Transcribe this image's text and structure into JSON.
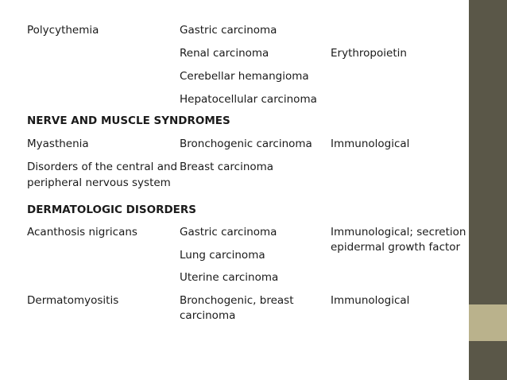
{
  "rows": [
    {
      "condition": "Polycythemia",
      "tumors": [
        "Gastric carcinoma"
      ],
      "mechanism": ""
    },
    {
      "condition": "",
      "tumors": [
        "Renal carcinoma"
      ],
      "mechanism": "Erythropoietin"
    },
    {
      "condition": "",
      "tumors": [
        "Cerebellar hemangioma"
      ],
      "mechanism": ""
    },
    {
      "condition": "",
      "tumors": [
        "Hepatocellular carcinoma"
      ],
      "mechanism": ""
    }
  ],
  "section_nerve": {
    "heading": "NERVE AND MUSCLE SYNDROMES",
    "myasthenia": {
      "condition": "Myasthenia",
      "tumor": "Bronchogenic carcinoma",
      "mechanism": "Immunological"
    },
    "disorders": {
      "condition_line1": "Disorders of the central and",
      "condition_line2": "peripheral nervous system",
      "tumor": "Breast carcinoma"
    }
  },
  "section_derm": {
    "heading": "DERMATOLOGIC DISORDERS",
    "acanthosis": {
      "condition": "Acanthosis nigricans",
      "tumor1": "Gastric carcinoma",
      "tumor2": "Lung carcinoma",
      "tumor3": "Uterine carcinoma",
      "mechanism_line1": "Immunological; secretion of",
      "mechanism_line2": "epidermal growth factor"
    },
    "dermatomyositis": {
      "condition": "Dermatomyositis",
      "tumor_line1": "Bronchogenic, breast",
      "tumor_line2": "carcinoma",
      "mechanism": "Immunological"
    }
  },
  "colors": {
    "sidebar": "#5a5748",
    "sidebar_accent": "#bab28c"
  }
}
